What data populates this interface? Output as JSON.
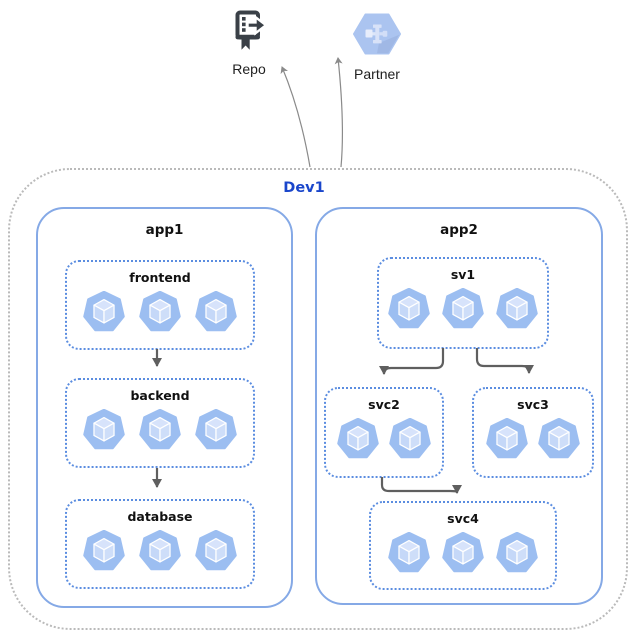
{
  "external_nodes": {
    "repo": {
      "label": "Repo",
      "icon": "repo-export-icon"
    },
    "partner": {
      "label": "Partner",
      "icon": "partner-hexagon-icon"
    }
  },
  "boundary": {
    "label": "Dev1"
  },
  "apps": [
    {
      "label": "app1",
      "services": [
        {
          "label": "frontend",
          "pods": 3
        },
        {
          "label": "backend",
          "pods": 3
        },
        {
          "label": "database",
          "pods": 3
        }
      ]
    },
    {
      "label": "app2",
      "services": [
        {
          "label": "sv1",
          "pods": 3
        },
        {
          "label": "svc2",
          "pods": 2
        },
        {
          "label": "svc3",
          "pods": 2
        },
        {
          "label": "svc4",
          "pods": 3
        }
      ]
    }
  ],
  "edges": [
    {
      "from": "frontend",
      "to": "backend"
    },
    {
      "from": "backend",
      "to": "database"
    },
    {
      "from": "sv1",
      "to": "svc2"
    },
    {
      "from": "sv1",
      "to": "svc3"
    },
    {
      "from": "svc2",
      "to": "svc4"
    },
    {
      "from": "Dev1",
      "to": "Repo"
    },
    {
      "from": "Dev1",
      "to": "Partner"
    }
  ],
  "colors": {
    "boundary-border": "#bababa",
    "boundary-label": "#1a46cb",
    "app-border": "#85a9e6",
    "service-border": "#5b8de0",
    "pod-fill": "#9cbef1",
    "arrow": "#5f5f5f",
    "thin-arrow": "#8a8a8a",
    "icon-dark": "#3a4047",
    "hexagon-fill": "#abc4f0"
  }
}
